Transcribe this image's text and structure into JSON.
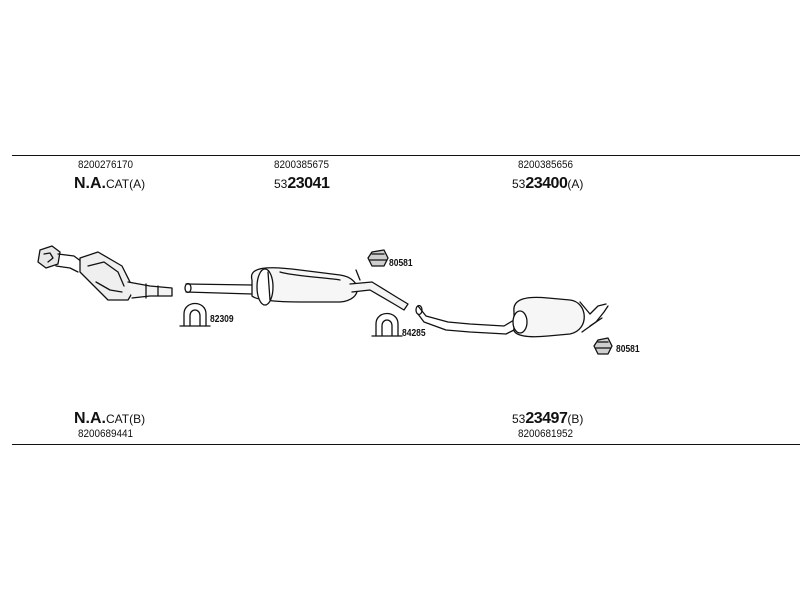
{
  "header_parts": [
    {
      "part_no": "8200276170",
      "code_bold": "N.A.",
      "code_suffix": "CAT(A)"
    },
    {
      "part_no": "8200385675",
      "code_prefix": "53",
      "code_bold": "23041",
      "code_suffix": ""
    },
    {
      "part_no": "8200385656",
      "code_prefix": "53",
      "code_bold": "23400",
      "code_suffix": "(A)"
    }
  ],
  "footer_parts": [
    {
      "part_no": "8200689441",
      "code_bold": "N.A.",
      "code_suffix": "CAT(B)"
    },
    {
      "part_no": "8200681952",
      "code_prefix": "53",
      "code_bold": "23497",
      "code_suffix": "(B)"
    }
  ],
  "accessory_tags": [
    {
      "code": "80581"
    },
    {
      "code": "82309"
    },
    {
      "code": "84285"
    },
    {
      "code": "80581"
    }
  ]
}
